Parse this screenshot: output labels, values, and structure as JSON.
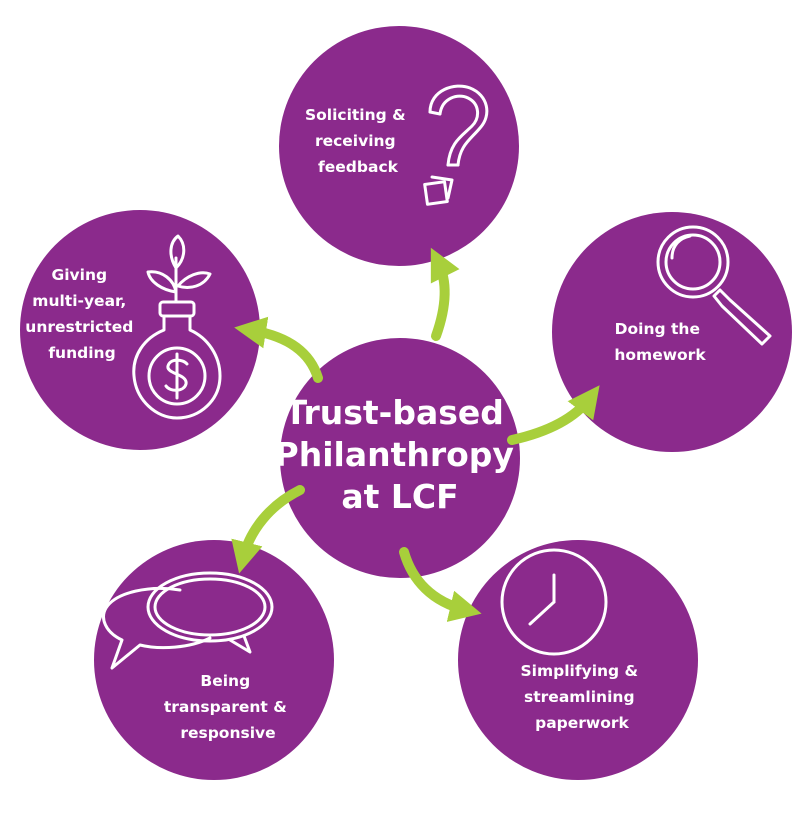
{
  "colors": {
    "circle_fill": "#8B2A8C",
    "arrow": "#A8CF3B",
    "text": "#FFFFFF",
    "background": "#FFFFFF"
  },
  "center": {
    "lines": [
      "Trust-based",
      "Philanthropy",
      "at LCF"
    ]
  },
  "nodes": [
    {
      "id": "feedback",
      "lines": [
        "Soliciting &",
        "receiving",
        "feedback"
      ],
      "icon": "question-mark-icon"
    },
    {
      "id": "homework",
      "lines": [
        "Doing the",
        "homework"
      ],
      "icon": "magnifying-glass-icon"
    },
    {
      "id": "paperwork",
      "lines": [
        "Simplifying &",
        "streamlining",
        "paperwork"
      ],
      "icon": "clock-icon"
    },
    {
      "id": "transparent",
      "lines": [
        "Being",
        "transparent &",
        "responsive"
      ],
      "icon": "speech-bubbles-icon"
    },
    {
      "id": "funding",
      "lines": [
        "Giving",
        "multi-year,",
        "unrestricted",
        "funding"
      ],
      "icon": "money-plant-jar-icon"
    }
  ]
}
